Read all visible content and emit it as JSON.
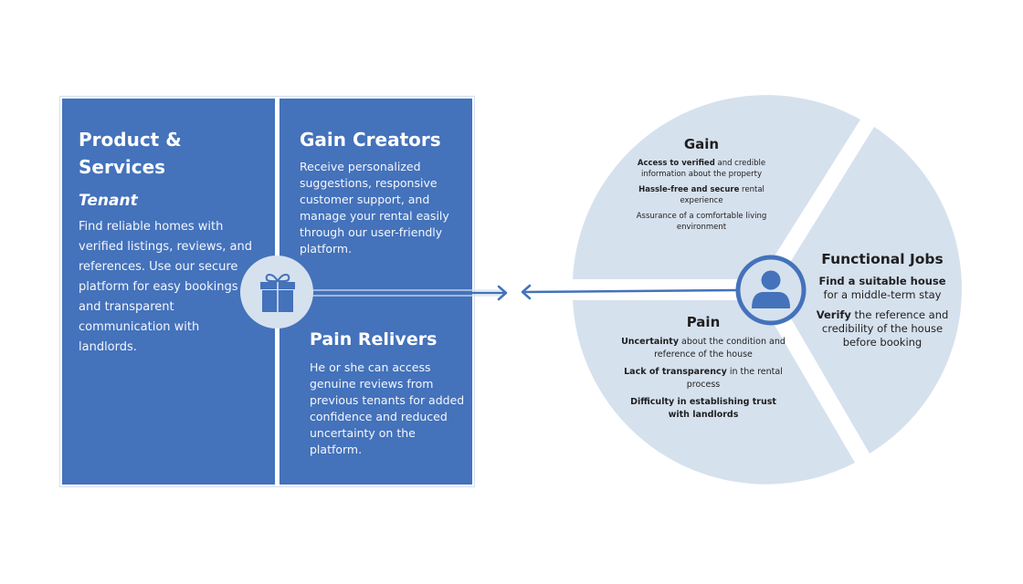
{
  "value_map": {
    "products_services": {
      "title": "Product & Services",
      "subtitle": "Tenant",
      "body": "Find reliable homes with verified listings, reviews, and references. Use our secure platform for easy bookings and transparent communication with landlords."
    },
    "gain_creators": {
      "title": "Gain Creators",
      "body": "Receive personalized suggestions, responsive customer support, and manage your rental easily through our user-friendly platform."
    },
    "pain_relievers": {
      "title": "Pain Relivers",
      "body": "He or she can access genuine reviews from previous tenants for added confidence and reduced uncertainty on the platform."
    },
    "center_icon": "gift-icon"
  },
  "customer_profile": {
    "center_icon": "person-icon",
    "gain": {
      "title": "Gain",
      "items": [
        {
          "bold": "Access to verified",
          "rest": " and credible information about the property"
        },
        {
          "bold": "Hassle-free and secure",
          "rest": " rental experience"
        },
        {
          "bold": "",
          "rest": "Assurance of a comfortable living environment"
        }
      ]
    },
    "pain": {
      "title": "Pain",
      "items": [
        {
          "bold": "Uncertainty",
          "rest": " about the condition and reference of the house"
        },
        {
          "bold": "Lack of transparency",
          "rest": " in the rental process"
        },
        {
          "bold": "Difficulty in establishing trust with landlords",
          "rest": ""
        }
      ]
    },
    "functional_jobs": {
      "title": "Functional Jobs",
      "items": [
        {
          "bold": "Find a suitable house",
          "rest": " for a middle-term stay"
        },
        {
          "bold": "Verify",
          "rest": " the reference and credibility of the house before booking"
        }
      ]
    }
  },
  "colors": {
    "panel_blue": "#4472bb",
    "light_blue": "#d6e1ee",
    "connector": "#4472bb",
    "text_dark": "#1f1f1f"
  }
}
